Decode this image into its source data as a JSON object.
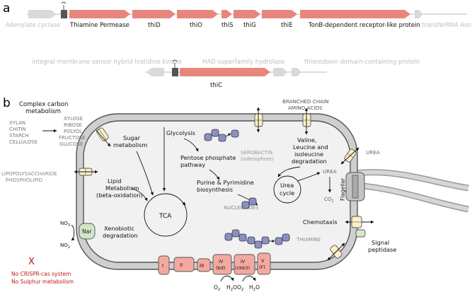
{
  "panel_a": {
    "label": "a",
    "row1": {
      "adenylate": "Adenylate cyclase",
      "thiamine": "Thiamine Permease",
      "thiD": "thiD",
      "thiO": "thiO",
      "thiS": "thiS",
      "thiG": "thiG",
      "thiE": "thiE",
      "tonb": "TonB-dependent receptor-like protein",
      "trna": "transferRNA Asn"
    },
    "row2": {
      "hybrid": "integral membrane sensor hybrid histidine kinase",
      "had": "HAD-superfamily hydrolase",
      "thioredoxin": "thioredoxin domain-containing protein",
      "thiC": "thiC"
    }
  },
  "panel_b": {
    "label": "b",
    "complex": [
      "Complex carbon",
      "metabolism"
    ],
    "substrates_left": [
      "XYLAN",
      "CHITIN",
      "STARCH",
      "CELLULOSE"
    ],
    "substrates_right": [
      "XYLOSE",
      "RIBOSE",
      "POLYOL",
      "FRUCTOSE",
      "GLUCOSE"
    ],
    "lps": [
      "LIPOPOLYSACCHARIDE",
      "PHOSPHOLIPID"
    ],
    "sugar": [
      "Sugar",
      "metabolism"
    ],
    "glycolysis": "Glycolysis",
    "serobactin": [
      "SEROBACTIN",
      "(siderophore)"
    ],
    "branched": [
      "BRANCHED CHAIN",
      "AMINO ACIDS"
    ],
    "valine": [
      "Valine,",
      "Leucine and",
      "isoleucine",
      "degradation"
    ],
    "urea_out": "UREA",
    "urea_in": "UREA",
    "co2": "CO",
    "co2_sub": "2",
    "urea_cycle": [
      "Urea",
      "cycle"
    ],
    "flagellar": "Flagellar",
    "pentose": [
      "Pentose phosphate",
      "pathway"
    ],
    "lipid": [
      "Lipid",
      "Metabolism",
      "(beta-oxidation)"
    ],
    "tca": "TCA",
    "purine": [
      "Purine & Pyrimidine",
      "biosynthesis"
    ],
    "nucleotides": "NUCLEOTIDES",
    "thiamine": "THIAMINE",
    "chemotaxis": "Chemotaxis",
    "signal": [
      "Signal",
      "peptidase"
    ],
    "nar": "Nar",
    "no3": "NO",
    "no3_sub": "3",
    "no2": "NO",
    "no2_sub": "2",
    "xeno": [
      "Xenobiotic",
      "degradation"
    ],
    "x_mark": "X",
    "no_crispr": "No CRISPR-cas system",
    "no_sulphur": "No Sulphur metabolism",
    "complexes": [
      "I",
      "II",
      "III",
      "IV",
      "(bd)",
      "IV",
      "(cbb3)",
      "V",
      "(F)"
    ],
    "o2": "O",
    "o2_sub": "2",
    "h2o": "H",
    "h2o_sub": "2",
    "h2o_o": "O"
  },
  "colors": {
    "gene_red": "#e8867d",
    "gene_grey": "#d9d9d9",
    "grey_text": "#9a9a9a",
    "membrane": "#cfcfcf",
    "cytoplasm": "#f1f1f1",
    "transporter": "#fbf0c6",
    "siderophore": "#8a8fc4",
    "complex": "#f4a9a0",
    "nar": "#cfe6c6",
    "warning": "#c0171b"
  }
}
